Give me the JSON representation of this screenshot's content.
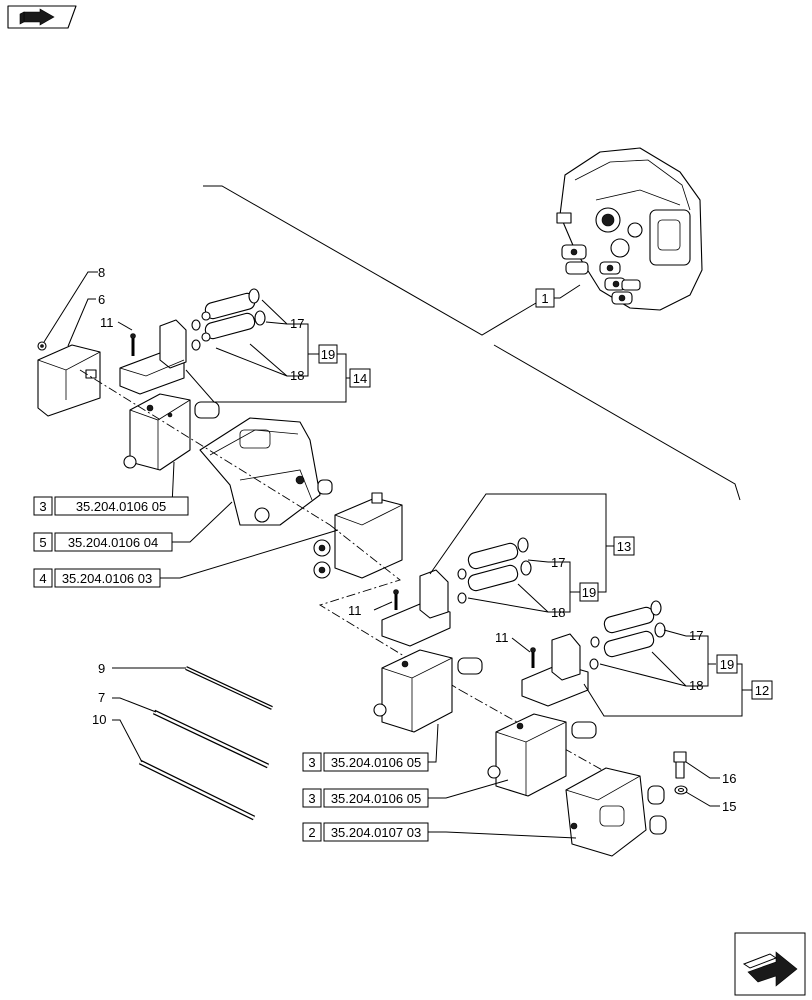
{
  "diagram": {
    "nav_icons": {
      "top_left": "book-arrow-icon",
      "bottom_right": "next-page-arrow-icon"
    },
    "ref_boxes": [
      {
        "item": "3",
        "code": "35.204.0106 05"
      },
      {
        "item": "5",
        "code": "35.204.0106 04"
      },
      {
        "item": "4",
        "code": "35.204.0106 03"
      },
      {
        "item": "3",
        "code": "35.204.0106 05"
      },
      {
        "item": "3",
        "code": "35.204.0106 05"
      },
      {
        "item": "2",
        "code": "35.204.0107 03"
      }
    ],
    "boxed_callouts": [
      "1",
      "19",
      "14",
      "13",
      "19",
      "19",
      "12"
    ],
    "callouts": [
      "8",
      "6",
      "11",
      "17",
      "18",
      "17",
      "11",
      "18",
      "11",
      "17",
      "18",
      "9",
      "7",
      "10",
      "16",
      "15"
    ]
  }
}
